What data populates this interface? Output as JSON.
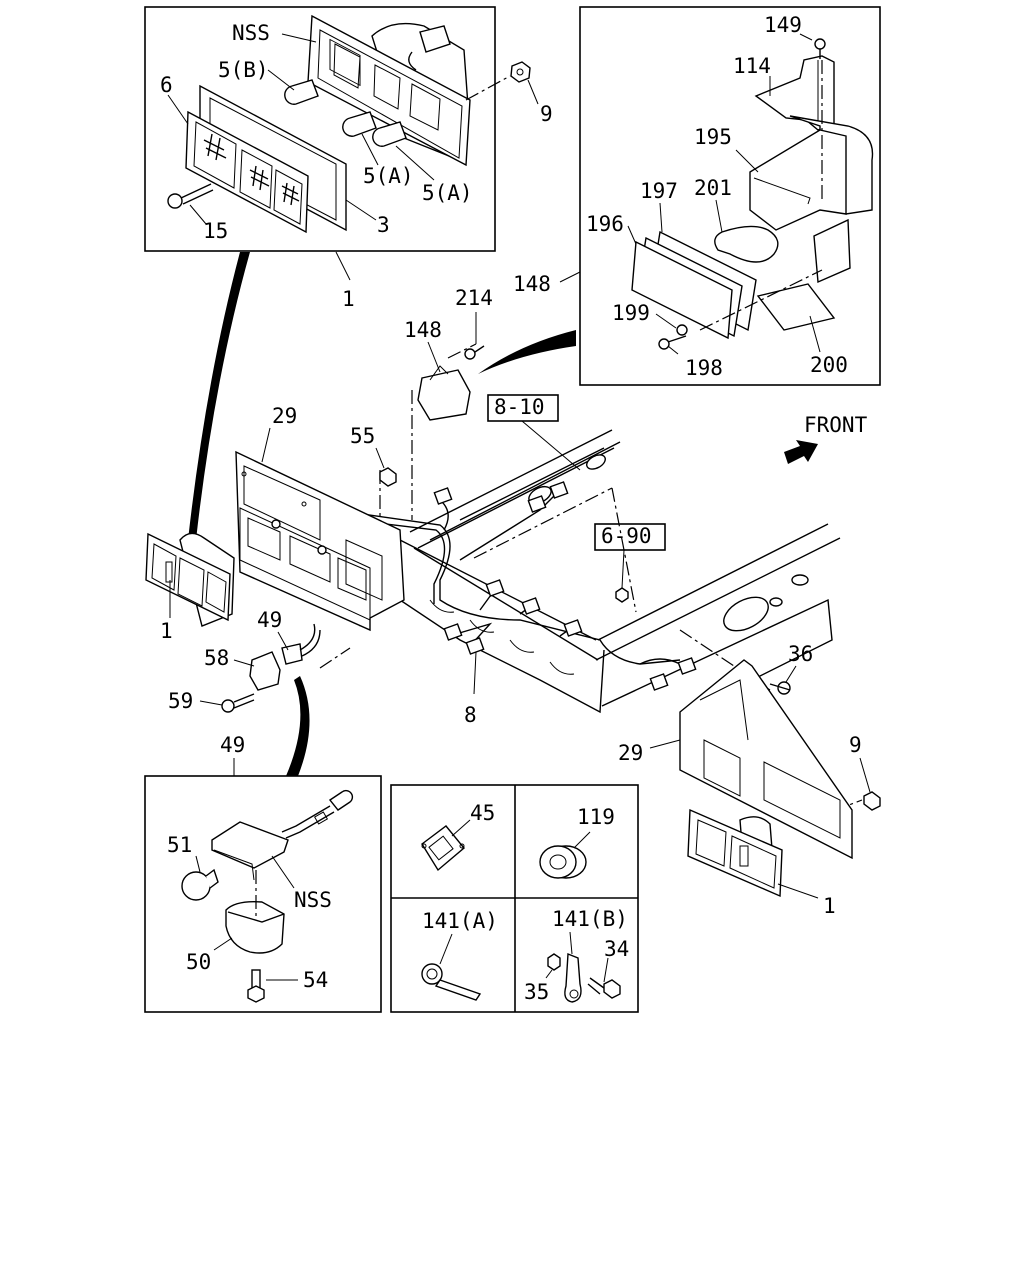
{
  "labels": {
    "nss_top": "NSS",
    "p5b": "5(B)",
    "p6": "6",
    "p9_top": "9",
    "p5a_1": "5(A)",
    "p5a_2": "5(A)",
    "p15": "15",
    "p3": "3",
    "p1_top": "1",
    "p149": "149",
    "p114": "114",
    "p195": "195",
    "p197": "197",
    "p201": "201",
    "p196": "196",
    "p148_right": "148",
    "p199": "199",
    "p198": "198",
    "p200": "200",
    "p214": "214",
    "p148": "148",
    "ref_8_10": "8-10",
    "front": "FRONT",
    "p29_left": "29",
    "p55": "55",
    "ref_6_90": "6-90",
    "p1_left": "1",
    "p49": "49",
    "p58": "58",
    "p59": "59",
    "p36": "36",
    "p8": "8",
    "p29_right": "29",
    "p9_right": "9",
    "p1_right": "1",
    "p49_box": "49",
    "p51": "51",
    "nss_bottom": "NSS",
    "p50": "50",
    "p54": "54",
    "p45": "45",
    "p119": "119",
    "p141a": "141(A)",
    "p141b": "141(B)",
    "p34": "34",
    "p35": "35"
  },
  "colors": {
    "line": "#000000",
    "background": "#ffffff"
  },
  "icons": {
    "front_arrow": "arrow-icon"
  }
}
